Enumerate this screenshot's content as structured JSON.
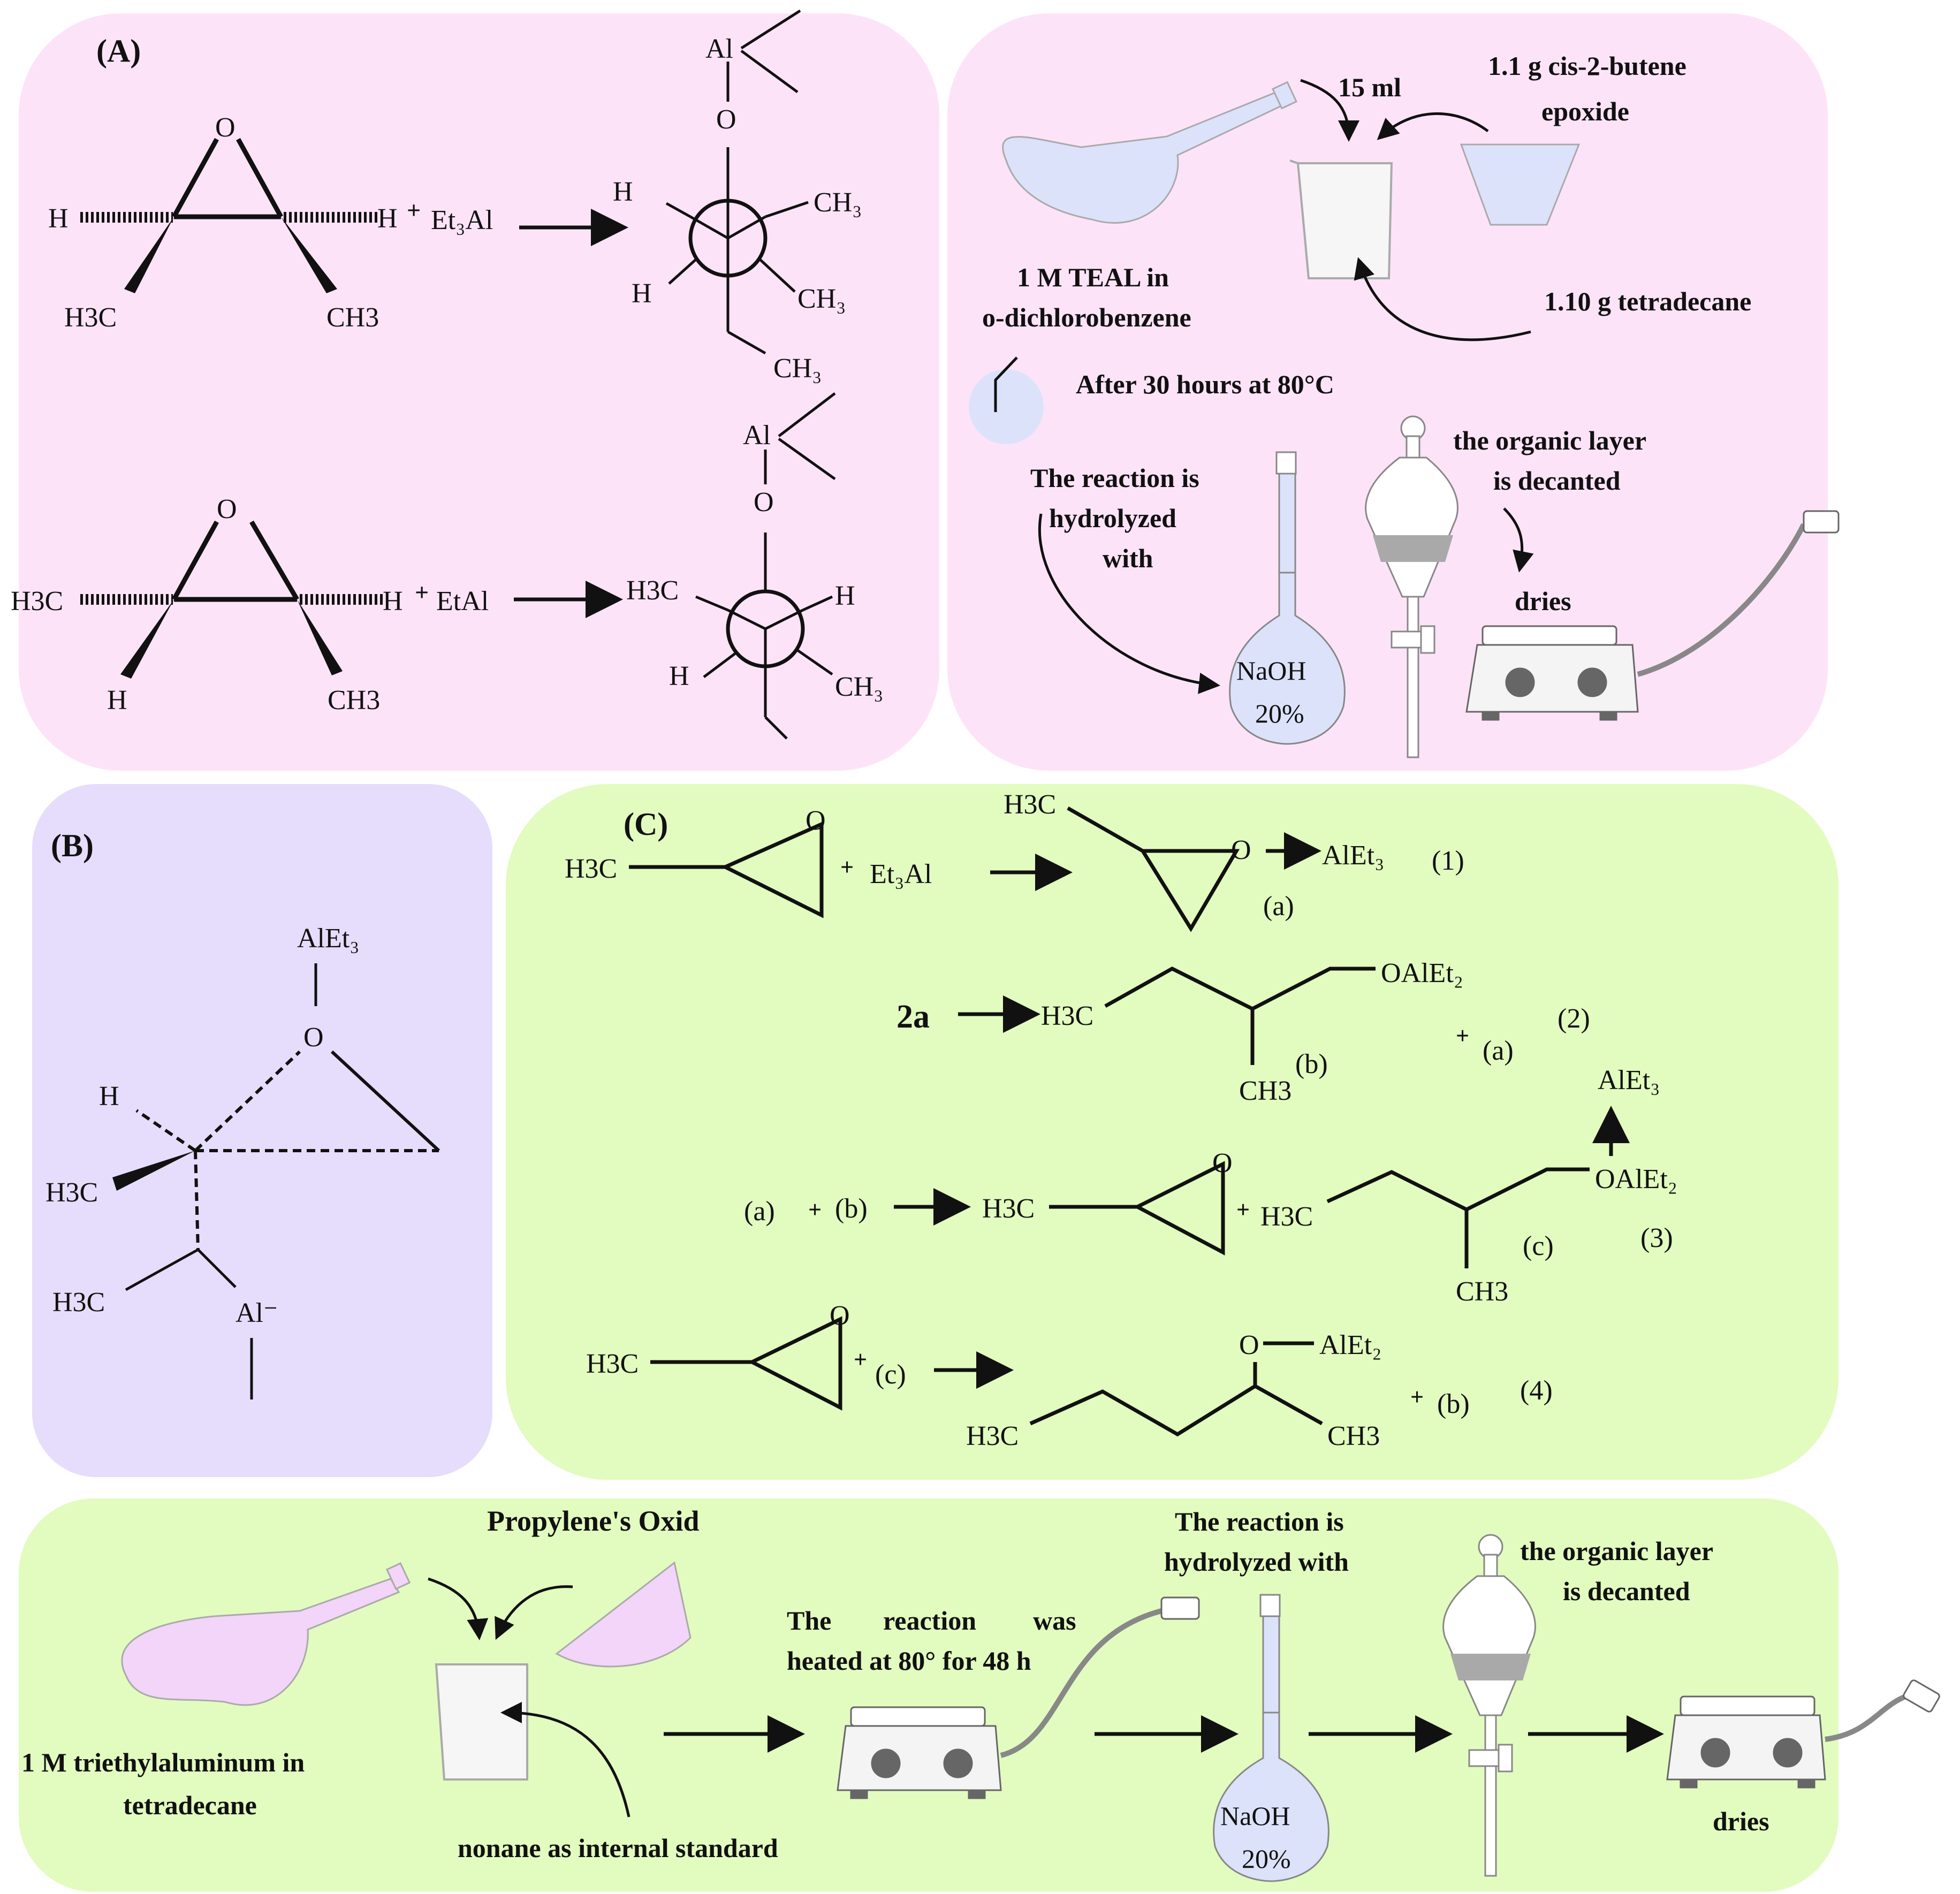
{
  "colors": {
    "panel_a": "#fde3f8",
    "panel_b": "#e5ddfb",
    "panel_c": "#e2fbbf",
    "panel_d": "#e2fbbf",
    "glass_pink": "#f2d5f8",
    "glass_blue": "#dde2fb",
    "green": "#2f6b1f",
    "red": "#e0203a",
    "plus_red": "#e0203a"
  },
  "panel_a": {
    "label": "(A)",
    "rxn1": {
      "o": "O",
      "h_left": "H",
      "h_right": "H",
      "me_left": "H3C",
      "me_right": "CH3",
      "plus": "+",
      "reagent": "Et₃Al",
      "prod_al": "Al",
      "prod_o": "O",
      "prod_h1": "H",
      "prod_ch3a": "CH₃",
      "prod_h2": "H",
      "prod_ch3b": "CH₃",
      "prod_ch3c": "CH₃"
    },
    "rxn2": {
      "o": "O",
      "me_left": "H3C",
      "h_right": "H",
      "h_left": "H",
      "me_right": "CH3",
      "plus": "+",
      "reagent": "EtAl",
      "prod_al": "Al",
      "prod_o": "O",
      "prod_h3c": "H3C",
      "prod_h1": "H",
      "prod_h2": "H",
      "prod_ch3": "CH₃"
    }
  },
  "panel_a2": {
    "vol": "15 ml",
    "epoxide_l1": "1.1 g cis-2-butene",
    "epoxide_l2": "epoxide",
    "teal_l1": "1 M TEAL in",
    "teal_l2": "o-dichlorobenzene",
    "tetradecane": "1.10 g tetradecane",
    "after": "After 30 hours at 80°C",
    "hydro_l1": "The reaction is",
    "hydro_l2": "hydrolyzed",
    "hydro_l3": "with",
    "naoh_l1": "NaOH",
    "naoh_l2": "20%",
    "org_l1": "the organic layer",
    "org_l2": "is decanted",
    "dries": "dries"
  },
  "panel_b": {
    "label": "(B)",
    "alet3": "AlEt₃",
    "o": "O",
    "h": "H",
    "h3c_a": "H3C",
    "h3c_b": "H3C",
    "al": "Al⁻"
  },
  "panel_c": {
    "label": "(C)",
    "r1": {
      "h3c": "H3C",
      "o": "O",
      "plus": "+",
      "reagent": "Et₃Al",
      "p_h3c": "H3C",
      "p_o": "O",
      "p_al": "AlEt₃",
      "tag": "(a)",
      "num": "(1)"
    },
    "r2": {
      "lhs": "2a",
      "h3c": "H3C",
      "oal": "OAlEt₂",
      "ch3": "CH3",
      "tag": "(b)",
      "plus": "+",
      "a": "(a)",
      "num": "(2)"
    },
    "r3": {
      "a": "(a)",
      "plus": "+",
      "b": "(b)",
      "h3c": "H3C",
      "o": "O",
      "plus2": "+",
      "h3c2": "H3C",
      "oal": "OAlEt₂",
      "alet3": "AlEt₃",
      "ch3": "CH3",
      "tag": "(c)",
      "num": "(3)"
    },
    "r4": {
      "h3c": "H3C",
      "o": "O",
      "plus": "+",
      "c": "(c)",
      "p_o": "O",
      "p_al": "AlEt₂",
      "p_h3c": "H3C",
      "p_ch3": "CH3",
      "plus2": "+",
      "b": "(b)",
      "num": "(4)"
    }
  },
  "panel_d": {
    "propylene": "Propylene's Oxid",
    "tea_l1": "1 M triethylaluminum in",
    "tea_l2": "tetradecane",
    "nonane": "nonane as internal standard",
    "heat_l1a": "The",
    "heat_l1b": "reaction",
    "heat_l1c": "was",
    "heat_l2": "heated at 80° for 48 h",
    "hydro_l1": "The reaction is",
    "hydro_l2": "hydrolyzed with",
    "naoh_l1": "NaOH",
    "naoh_l2": "20%",
    "org_l1": "the organic layer",
    "org_l2": "is decanted",
    "dries": "dries"
  }
}
